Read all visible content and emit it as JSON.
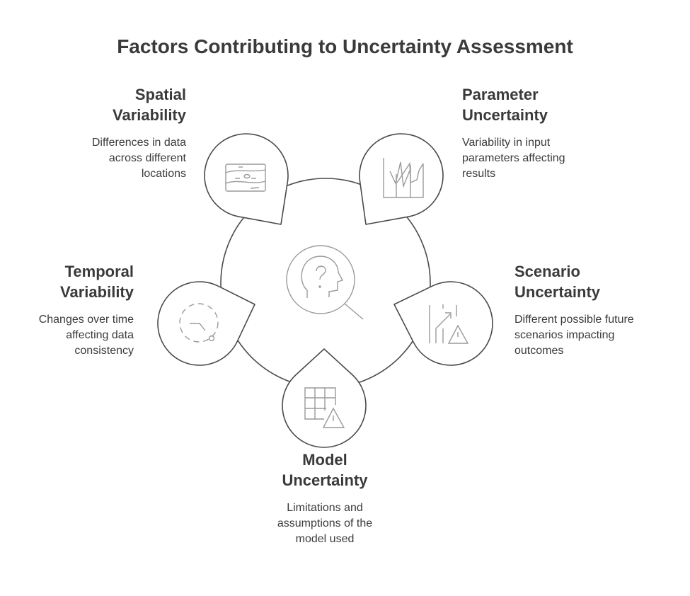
{
  "title": "Factors Contributing to Uncertainty Assessment",
  "center_icon": "head-question-magnifier-icon",
  "colors": {
    "outline": "#4a4a4a",
    "icon": "#9a9a9a",
    "text": "#3a3a3a"
  },
  "factors": [
    {
      "id": "spatial",
      "heading_line1": "Spatial",
      "heading_line2": "Variability",
      "desc_line1": "Differences in data",
      "desc_line2": "across different",
      "desc_line3": "locations",
      "icon": "map-terrain-icon"
    },
    {
      "id": "parameter",
      "heading_line1": "Parameter",
      "heading_line2": "Uncertainty",
      "desc_line1": "Variability in input",
      "desc_line2": "parameters affecting",
      "desc_line3": "results",
      "icon": "line-chart-icon"
    },
    {
      "id": "scenario",
      "heading_line1": "Scenario",
      "heading_line2": "Uncertainty",
      "desc_line1": "Different possible future",
      "desc_line2": "scenarios impacting",
      "desc_line3": "outcomes",
      "icon": "road-warning-icon"
    },
    {
      "id": "model",
      "heading_line1": "Model",
      "heading_line2": "Uncertainty",
      "desc_line1": "Limitations and",
      "desc_line2": "assumptions of the",
      "desc_line3": "model used",
      "icon": "grid-warning-icon"
    },
    {
      "id": "temporal",
      "heading_line1": "Temporal",
      "heading_line2": "Variability",
      "desc_line1": "Changes over time",
      "desc_line2": "affecting data",
      "desc_line3": "consistency",
      "icon": "dashed-clock-icon"
    }
  ]
}
